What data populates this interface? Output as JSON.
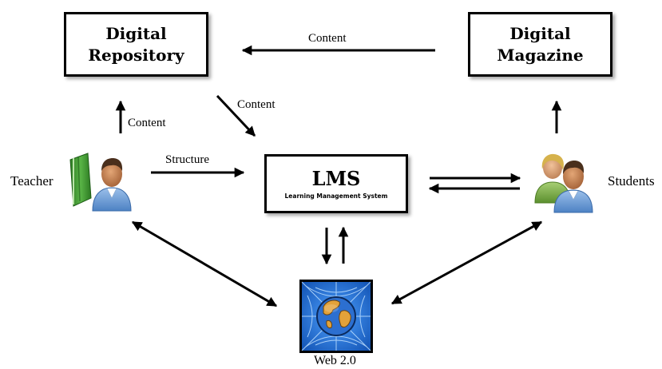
{
  "nodes": {
    "repository": {
      "line1": "Digital",
      "line2": "Repository"
    },
    "magazine": {
      "line1": "Digital",
      "line2": "Magazine"
    },
    "lms": {
      "title": "LMS",
      "subtitle": "Learning Management System"
    },
    "teacher": {
      "label": "Teacher",
      "icon": "teacher-icon"
    },
    "students": {
      "label": "Students",
      "icon": "students-icon"
    },
    "web": {
      "label": "Web 2.0",
      "icon": "globe-web-icon"
    }
  },
  "edges": {
    "magazine_to_repository": "Content",
    "repository_to_lms": "Content",
    "teacher_to_repository": "Content",
    "teacher_to_lms": "Structure"
  },
  "colors": {
    "book_green": "#3e9a2f",
    "globe_blue": "#1f6fd6",
    "globe_land": "#d9952a",
    "shirt_blue": "#6e9fd8",
    "shirt_green": "#7fb04a"
  }
}
